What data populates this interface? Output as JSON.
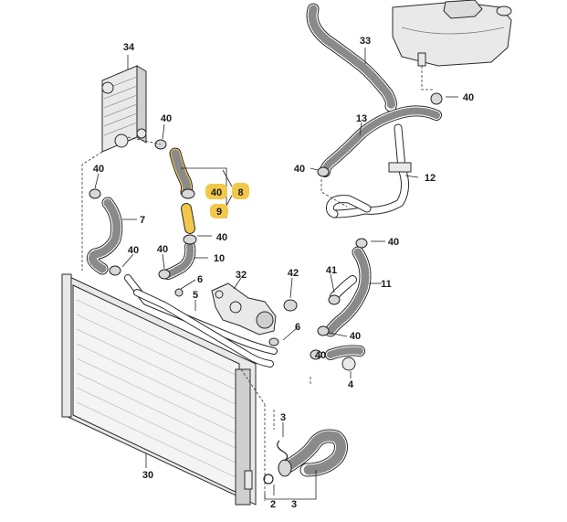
{
  "diagram": {
    "highlight_color": "#f2c84b",
    "callouts": [
      {
        "id": "label-34",
        "text": "34"
      },
      {
        "id": "label-33",
        "text": "33"
      },
      {
        "id": "label-40-a",
        "text": "40"
      },
      {
        "id": "label-40-b",
        "text": "40"
      },
      {
        "id": "label-40-c",
        "text": "40"
      },
      {
        "id": "label-40-d",
        "text": "40"
      },
      {
        "id": "label-40-e",
        "text": "40"
      },
      {
        "id": "label-40-f",
        "text": "40"
      },
      {
        "id": "label-40-g",
        "text": "40"
      },
      {
        "id": "label-40-h",
        "text": "40"
      },
      {
        "id": "label-40-i",
        "text": "40"
      },
      {
        "id": "label-40-j",
        "text": "40"
      },
      {
        "id": "label-13",
        "text": "13"
      },
      {
        "id": "label-12",
        "text": "12"
      },
      {
        "id": "label-7",
        "text": "7"
      },
      {
        "id": "label-10",
        "text": "10"
      },
      {
        "id": "label-32",
        "text": "32"
      },
      {
        "id": "label-42",
        "text": "42"
      },
      {
        "id": "label-41",
        "text": "41"
      },
      {
        "id": "label-11",
        "text": "11"
      },
      {
        "id": "label-6-a",
        "text": "6"
      },
      {
        "id": "label-6-b",
        "text": "6"
      },
      {
        "id": "label-5",
        "text": "5"
      },
      {
        "id": "label-4",
        "text": "4"
      },
      {
        "id": "label-30",
        "text": "30"
      },
      {
        "id": "label-3-a",
        "text": "3"
      },
      {
        "id": "label-3-b",
        "text": "3"
      },
      {
        "id": "label-2",
        "text": "2"
      }
    ],
    "highlighted_callouts": [
      {
        "id": "label-40-hl",
        "text": "40"
      },
      {
        "id": "label-8",
        "text": "8"
      },
      {
        "id": "label-9",
        "text": "9"
      }
    ]
  }
}
